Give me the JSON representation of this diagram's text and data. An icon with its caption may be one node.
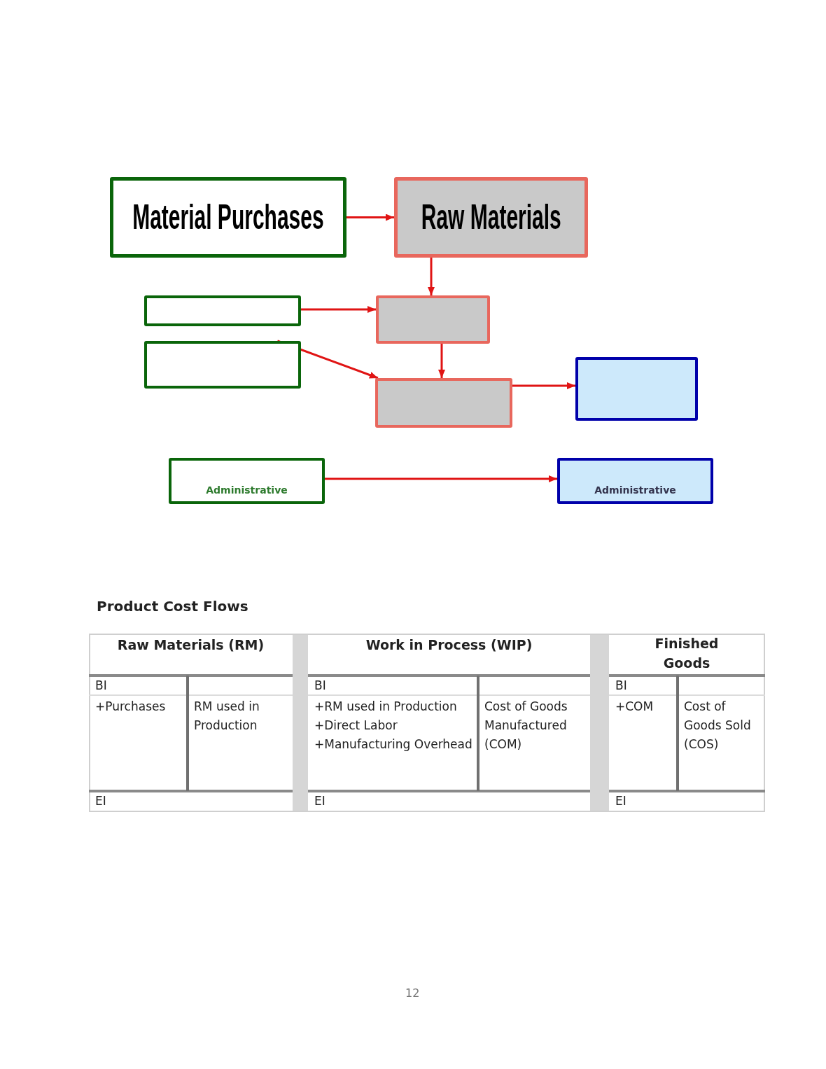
{
  "diagram": {
    "nodes": [
      {
        "text": [
          "Material Purchases"
        ]
      },
      {
        "text": [
          "Raw Materials"
        ]
      },
      {
        "text": [],
        "shape": "box"
      },
      {
        "text": [],
        "shape": "box"
      },
      {
        "text": [],
        "shape": "box"
      },
      {
        "text": [],
        "shape": "box"
      },
      {
        "text": [],
        "shape": "box"
      },
      {
        "text": [
          "Administrative"
        ]
      },
      {
        "text": [
          "Administrative"
        ]
      }
    ],
    "edges": [
      {
        "from": 0,
        "to": 1,
        "arrow": "to"
      },
      {
        "from": 1,
        "to": 3,
        "arrow": "to"
      },
      {
        "from": 2,
        "to": 3,
        "arrow": "to"
      },
      {
        "from": 4,
        "to": 5,
        "arrow": "to"
      },
      {
        "from": 3,
        "to": 5,
        "arrow": "to"
      },
      {
        "from": 5,
        "to": 6,
        "arrow": "to"
      },
      {
        "from": 7,
        "to": 8,
        "arrow": "to"
      }
    ],
    "labels": [
      "Product Cost Flows",
      "Raw Materials (RM)",
      "Work in Process (WIP)",
      "Finished Goods",
      "BI",
      "BI",
      "BI",
      "+Purchases",
      "RM used in Production",
      "+RM used in Production +Direct Labor +Manufacturing Overhead",
      "Cost of Goods Manufactured (COM)",
      "+COM",
      "Cost of Goods Sold (COS)",
      "EI",
      "EI",
      "EI",
      "12"
    ]
  }
}
